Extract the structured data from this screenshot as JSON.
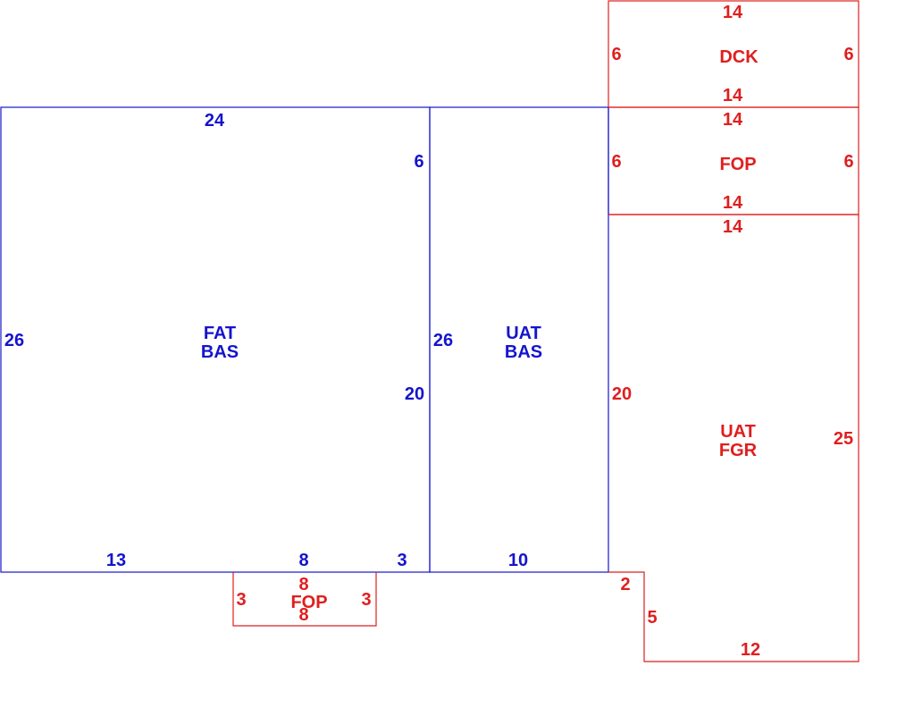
{
  "colors": {
    "main_structure": "#1414cc",
    "addition": "#e01e1e",
    "background": "#ffffff"
  },
  "areas": {
    "fat_bas": {
      "label_line1": "FAT",
      "label_line2": "BAS",
      "top": "24",
      "left": "26",
      "right_upper": "6",
      "right_lower": "20",
      "bottom_left": "13",
      "bottom_mid": "8",
      "bottom_right": "3"
    },
    "uat_bas": {
      "label_line1": "UAT",
      "label_line2": "BAS",
      "left": "26",
      "bottom": "10"
    },
    "dck": {
      "label": "DCK",
      "top": "14",
      "bottom": "14",
      "left": "6",
      "right": "6"
    },
    "fop_upper": {
      "label": "FOP",
      "top": "14",
      "bottom": "14",
      "left": "6",
      "right": "6"
    },
    "uat_fgr": {
      "label_line1": "UAT",
      "label_line2": "FGR",
      "top": "14",
      "left": "20",
      "right": "25",
      "step_top": "2",
      "step_side": "5",
      "bottom": "12"
    },
    "fop_lower": {
      "label": "FOP",
      "top": "8",
      "bottom": "8",
      "left": "3",
      "right": "3"
    }
  }
}
